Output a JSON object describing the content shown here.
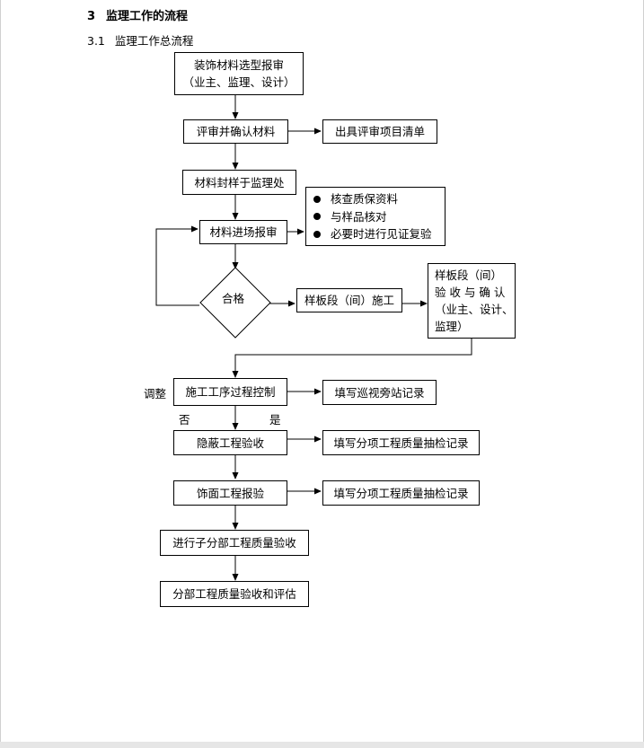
{
  "section_heading": {
    "number": "3",
    "title": "监理工作的流程"
  },
  "subsection_heading": {
    "number": "3.1",
    "title": "监理工作总流程"
  },
  "flow": {
    "select_report": {
      "line1": "装饰材料选型报审",
      "line2": "（业主、监理、设计）"
    },
    "confirm_material": "评审并确认材料",
    "issue_list": "出具评审项目清单",
    "seal_sample": "材料封样于监理处",
    "entry_report": "材料进场报审",
    "checks": [
      "核查质保资料",
      "与样品核对",
      "必要时进行见证复验"
    ],
    "qualified": "合格",
    "sample_construction": "样板段（间）施工",
    "sample_acceptance": {
      "line1": "样板段（间）",
      "line2": "验 收 与 确 认",
      "line3": "（业主、设计、",
      "line4": "监理）"
    },
    "process_control": "施工工序过程控制",
    "patrol_record": "填写巡视旁站记录",
    "adjust": "调整",
    "no": "否",
    "yes": "是",
    "concealed_acceptance": "隐蔽工程验收",
    "sampling_record_1": "填写分项工程质量抽检记录",
    "finish_report": "饰面工程报验",
    "sampling_record_2": "填写分项工程质量抽检记录",
    "subdivision_acceptance": "进行子分部工程质量验收",
    "division_acceptance": "分部工程质量验收和评估"
  }
}
